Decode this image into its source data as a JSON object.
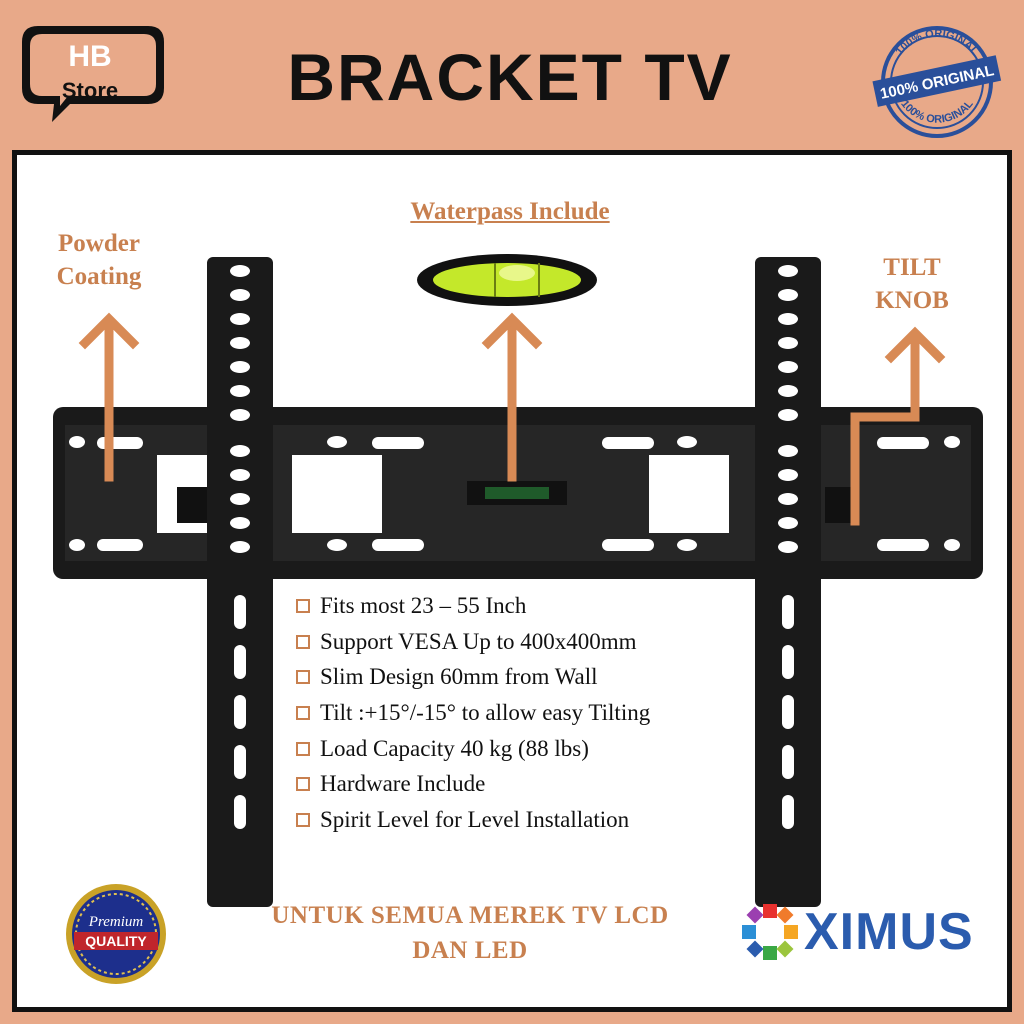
{
  "header": {
    "title": "BRACKET TV",
    "store_logo_line1": "HB",
    "store_logo_line2": "Store",
    "original_stamp_text": "100% ORIGINAL"
  },
  "annotations": {
    "waterpass": "Waterpass Include",
    "powder_coating": "Powder Coating",
    "tilt_knob": "TILT KNOB"
  },
  "features": [
    "Fits most 23 – 55 Inch",
    "Support VESA Up to 400x400mm",
    "Slim Design 60mm from  Wall",
    "Tilt :+15°/-15° to allow easy Tilting",
    "Load Capacity 40 kg (88 lbs)",
    "Hardware Include",
    "Spirit Level for Level Installation"
  ],
  "footer": {
    "line1": "UNTUK SEMUA MEREK TV LCD",
    "line2": "DAN LED",
    "badge_line1": "Premium",
    "badge_line2": "QUALITY",
    "brand": "XIMUS"
  },
  "colors": {
    "accent": "#c8804f",
    "frame": "#e8a989",
    "brand_blue": "#2b5cae"
  }
}
